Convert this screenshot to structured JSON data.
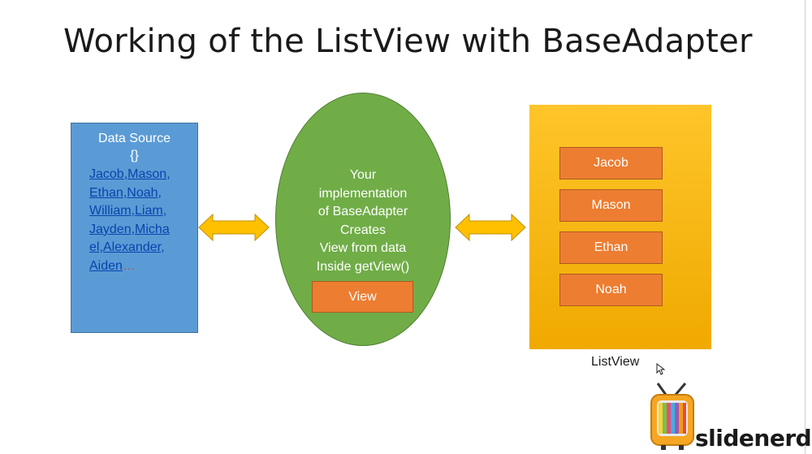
{
  "title": "Working of the ListView with BaseAdapter",
  "data_source": {
    "heading": "Data Source",
    "braces": "{}",
    "names": [
      "Jacob",
      "Mason",
      "Ethan",
      "Noah",
      "William",
      "Liam",
      "Jayden",
      "Micha",
      "el",
      "Alexander",
      "Aiden"
    ],
    "ellipsis": "…"
  },
  "adapter": {
    "lines": [
      "Your",
      "implementation",
      "of BaseAdapter",
      "Creates",
      "View from data",
      "Inside getView()"
    ],
    "view_label": "View"
  },
  "listview": {
    "items": [
      "Jacob",
      "Mason",
      "Ethan",
      "Noah"
    ],
    "label": "ListView"
  },
  "logo": {
    "text": "slidenerd"
  },
  "colors": {
    "data_source": "#5b9bd5",
    "oval": "#70ad47",
    "item": "#ed7d31",
    "listview": "#ffc000",
    "arrow": "#ffc000"
  }
}
